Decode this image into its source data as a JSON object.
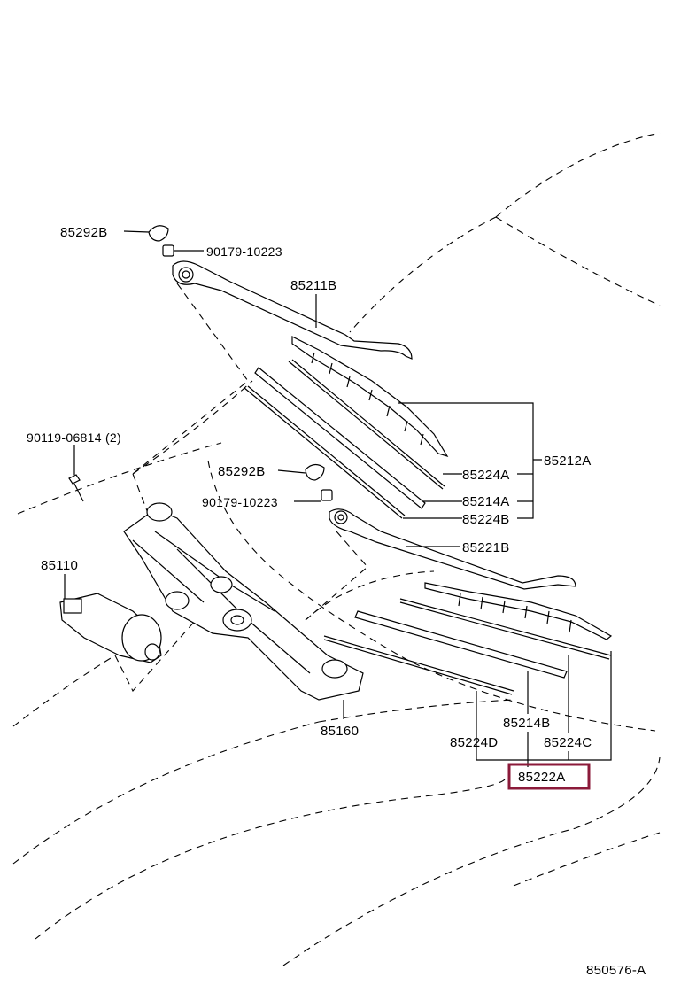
{
  "diagram_id": "850576-A",
  "labels": {
    "l85292B_top": "85292B",
    "l90179_top": "90179-10223",
    "l85211B": "85211B",
    "l90119": "90119-06814 (2)",
    "l85224A": "85224A",
    "l85212A": "85212A",
    "l85292B_mid": "85292B",
    "l85214A": "85214A",
    "l90179_mid": "90179-10223",
    "l85224B": "85224B",
    "l85221B": "85221B",
    "l85110": "85110",
    "l85214B": "85214B",
    "l85160": "85160",
    "l85224D": "85224D",
    "l85224C": "85224C",
    "l85222A": "85222A"
  },
  "highlight_color": "#8b1a3a"
}
